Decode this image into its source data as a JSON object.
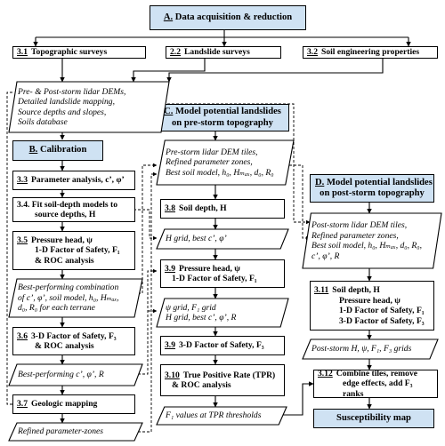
{
  "heads": {
    "A": {
      "letter": "A.",
      "title": "Data acquisition & reduction"
    },
    "B": {
      "letter": "B.",
      "title": "Calibration"
    },
    "C": {
      "letter": "C.",
      "line1": "Model potential landslides",
      "line2": "on pre-storm topography"
    },
    "D": {
      "letter": "D.",
      "line1": "Model potential landslides",
      "line2": "on post-storm topography"
    }
  },
  "boxes": {
    "b31": {
      "num": "3.1",
      "text": "Topographic surveys"
    },
    "b22": {
      "num": "2.2",
      "text": "Landslide surveys"
    },
    "b32": {
      "num": "3.2",
      "text": "Soil engineering properties"
    },
    "b33": {
      "num": "3.3",
      "text": "Parameter analysis, c’, φ’"
    },
    "b34": {
      "line1": "3.4. Fit soil-depth models to",
      "line2": "source depths, H"
    },
    "b35": {
      "num": "3.5",
      "line1": "Pressure head, ψ",
      "line2": "1-D Factor of Safety, F₁",
      "line3": "& ROC analysis"
    },
    "b36": {
      "num": "3.6",
      "line1": "3-D Factor of Safety, F₃",
      "line2": "& ROC analysis"
    },
    "b37": {
      "num": "3.7",
      "text": "Geologic mapping"
    },
    "b38": {
      "num": "3.8",
      "text": "Soil depth, H"
    },
    "b39a": {
      "num": "3.9",
      "line1": "Pressure head, ψ",
      "line2": "1-D Factor of Safety, F₁"
    },
    "b39b": {
      "num": "3.9",
      "text": "3-D Factor of Safety, F₃"
    },
    "b310": {
      "num": "3.10",
      "line1": "True Positive Rate (TPR)",
      "line2": "& ROC analysis"
    },
    "b311": {
      "num": "3.11",
      "line1": "Soil depth, H",
      "line2": "Pressure head, ψ",
      "line3": "1-D Factor of Safety, F₁",
      "line4": "3-D Factor of Safety, F₃"
    },
    "b312": {
      "num": "3.12",
      "line1": "Combine tiles, remove",
      "line2": "edge effects, add F₃ ranks"
    },
    "susc": {
      "text": "Susceptibility map"
    }
  },
  "data_items": {
    "p1": {
      "l1": "Pre- & Post-storm lidar DEMs,",
      "l2": "Detailed landslide mapping,",
      "l3": "Source depths and slopes,",
      "l4": "Soils database"
    },
    "p2": {
      "l1": "Best-performing combination",
      "l2": "of c’, φ’, soil model, h₀, Hₘₐₓ,",
      "l3": "d₀, R₀ for each terrane"
    },
    "p3": {
      "l1": "Best-performing c’, φ’, R"
    },
    "p4": {
      "l1": "Refined parameter-zones"
    },
    "p5": {
      "l1": "Pre-storm lidar DEM tiles,",
      "l2": "Refined parameter zones,",
      "l3": "Best soil model, h₀, Hₘₐₓ, d₀, R₀"
    },
    "p6": {
      "l1": "H grid, best c’, φ’"
    },
    "p7": {
      "l1": "ψ grid, F₁ grid",
      "l2": "H grid, best c’, φ’, R"
    },
    "p8": {
      "l1": "F₁ values at TPR thresholds"
    },
    "p9": {
      "l1": "Post-storm lidar DEM tiles,",
      "l2": "Refined parameter zones,",
      "l3": "Best soil model, h₀, Hₘₐₓ, d₀, R₀,",
      "l4": "c’, φ’, R"
    },
    "p10": {
      "l1": "Post-storm H, ψ, F₁, F₃ grids"
    }
  }
}
